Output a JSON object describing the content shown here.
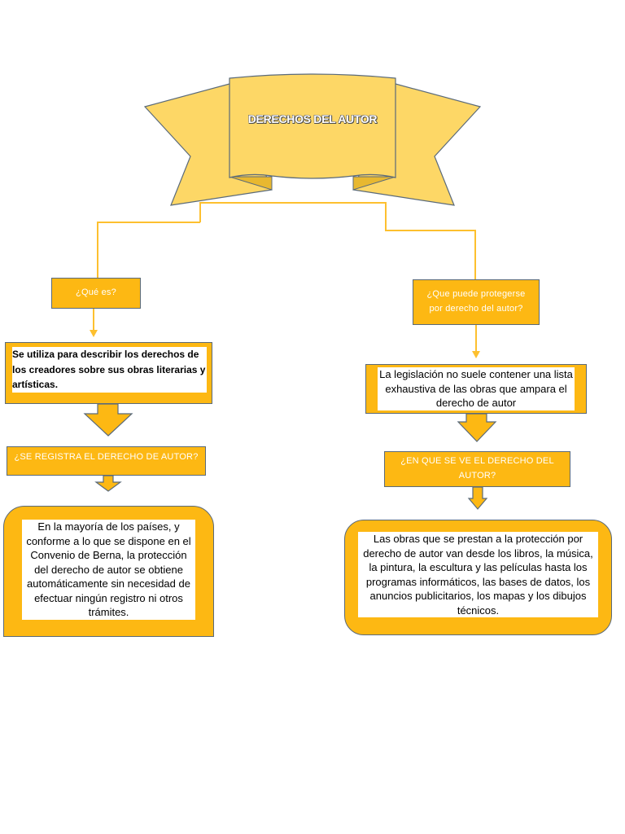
{
  "title": "DERECHOS DEL AUTOR",
  "left": {
    "question1": "¿Qué es?",
    "answer1": "Se utiliza para describir los derechos de los creadores sobre sus obras literarias y artísticas.",
    "question2": "¿SE REGISTRA EL DERECHO DE AUTOR?",
    "answer2": "En la mayoría de los países, y conforme a lo que se dispone en el Convenio de Berna, la protección del derecho de autor se obtiene automáticamente sin necesidad de efectuar ningún registro ni otros trámites."
  },
  "right": {
    "question1": "¿Que puede protegerse por derecho del autor?",
    "answer1": "La legislación no suele contener una lista exhaustiva de las obras que ampara el derecho de autor",
    "question2": "¿EN QUE SE VE EL DERECHO DEL AUTOR?",
    "answer2": "Las obras que se prestan a la protección por derecho de autor van desde los libros, la música, la pintura, la escultura y las películas hasta los programas informáticos, las bases de datos, los anuncios publicitarios, los mapas y los dibujos técnicos."
  },
  "colors": {
    "banner": "#fdd766",
    "box": "#fdb813",
    "connector": "#fdc02f",
    "border": "#5a6a7a"
  }
}
